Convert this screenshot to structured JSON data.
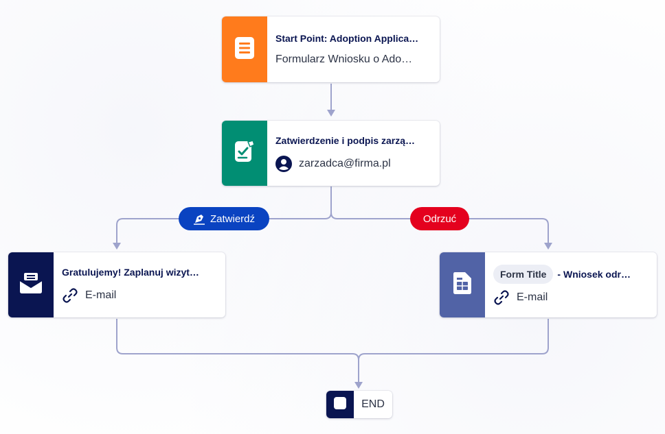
{
  "nodes": {
    "start": {
      "title": "Start Point: Adoption Applica…",
      "subtitle": "Formularz Wniosku o Ado…",
      "icon": "form-document-icon",
      "color": "#ff7b1c"
    },
    "approval": {
      "title": "Zatwierdzenie i podpis zarzą…",
      "assignee": "zarzadca@firma.pl",
      "icon": "signature-check-icon",
      "color": "#018e73"
    },
    "email_approve": {
      "title": "Gratulujemy! Zaplanuj wizyt…",
      "type": "E-mail",
      "icon": "envelope-icon",
      "color": "#0a1551"
    },
    "email_reject": {
      "chip": "Form Title",
      "title": "- Wniosek odr…",
      "type": "E-mail",
      "icon": "spreadsheet-doc-icon",
      "color": "#5163a6"
    },
    "end": {
      "label": "END",
      "icon": "stop-square-icon",
      "color": "#0a1551"
    }
  },
  "branches": {
    "approve": {
      "label": "Zatwierdź",
      "color": "#0a43c1"
    },
    "reject": {
      "label": "Odrzuć",
      "color": "#e4011e"
    }
  },
  "connector_color": "#9ea3cc"
}
